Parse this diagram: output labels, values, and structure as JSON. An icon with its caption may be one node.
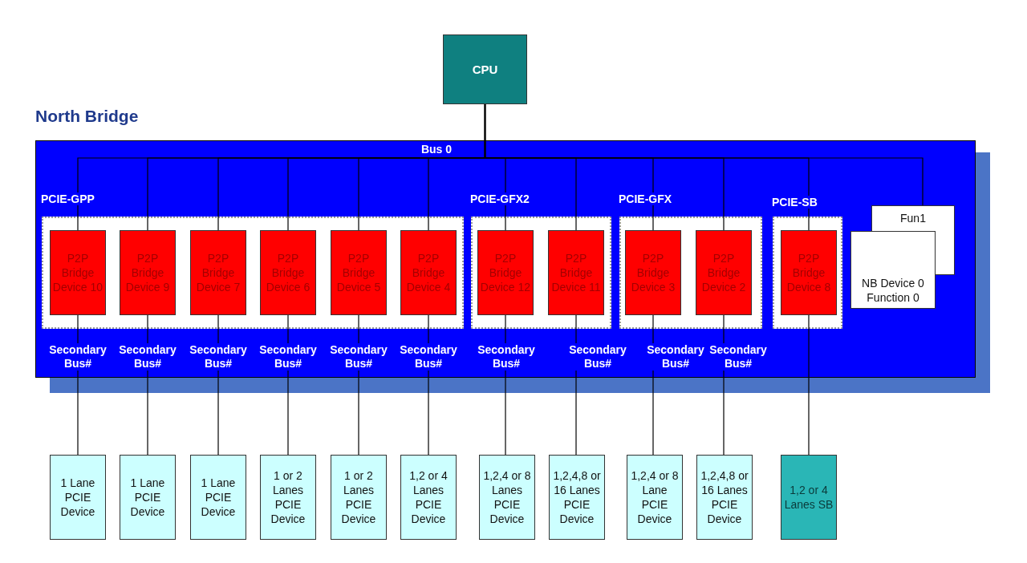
{
  "diagram": {
    "nodes": [
      {
        "text": [
          "CPU"
        ]
      },
      {
        "text": [
          "North Bridge"
        ]
      },
      {
        "text": [
          "PCIE-GPP"
        ],
        "in": 1
      },
      {
        "text": [
          "P2P Bridge Device 10"
        ],
        "in": 2
      },
      {
        "text": [
          "P2P Bridge Device 9"
        ],
        "in": 2
      },
      {
        "text": [
          "P2P Bridge Device 7"
        ],
        "in": 2
      },
      {
        "text": [
          "P2P Bridge Device 6"
        ],
        "in": 2
      },
      {
        "text": [
          "P2P Bridge Device 5"
        ],
        "in": 2
      },
      {
        "text": [
          "P2P Bridge Device 4"
        ],
        "in": 2
      },
      {
        "text": [
          "PCIE-GFX2"
        ],
        "in": 1
      },
      {
        "text": [
          "P2P Bridge Device 12"
        ],
        "in": 9
      },
      {
        "text": [
          "P2P Bridge Device 11"
        ],
        "in": 9
      },
      {
        "text": [
          "PCIE-GFX"
        ],
        "in": 1
      },
      {
        "text": [
          "P2P Bridge Device 3"
        ],
        "in": 12
      },
      {
        "text": [
          "P2P Bridge Device 2"
        ],
        "in": 12
      },
      {
        "text": [
          "PCIE-SB"
        ],
        "in": 1
      },
      {
        "text": [
          "P2P Bridge Device 8"
        ],
        "in": 15
      },
      {
        "text": [
          "Fun1"
        ],
        "in": 1
      },
      {
        "text": [
          "NB Device 0 Function 0"
        ],
        "in": 1
      },
      {
        "text": [
          "1 Lane PCIE Device"
        ]
      },
      {
        "text": [
          "1 Lane PCIE Device"
        ]
      },
      {
        "text": [
          "1 Lane PCIE Device"
        ]
      },
      {
        "text": [
          "1 or 2 Lanes PCIE Device"
        ]
      },
      {
        "text": [
          "1 or 2 Lanes PCIE Device"
        ]
      },
      {
        "text": [
          "1,2 or 4 Lanes PCIE Device"
        ]
      },
      {
        "text": [
          "1,2,4 or 8 Lanes PCIE Device"
        ]
      },
      {
        "text": [
          "1,2,4,8 or 16 Lanes PCIE Device"
        ]
      },
      {
        "text": [
          "1,2,4 or 8 Lane PCIE Device"
        ]
      },
      {
        "text": [
          "1,2,4,8 or 16 Lanes PCIE Device"
        ]
      },
      {
        "text": [
          "1,2 or 4 Lanes SB"
        ]
      }
    ],
    "edges": [
      {
        "from": 0,
        "to": 3,
        "arrow": "none"
      },
      {
        "from": 0,
        "to": 4,
        "arrow": "none"
      },
      {
        "from": 0,
        "to": 5,
        "arrow": "none"
      },
      {
        "from": 0,
        "to": 6,
        "arrow": "none"
      },
      {
        "from": 0,
        "to": 7,
        "arrow": "none"
      },
      {
        "from": 0,
        "to": 8,
        "arrow": "none"
      },
      {
        "from": 0,
        "to": 10,
        "arrow": "none"
      },
      {
        "from": 0,
        "to": 11,
        "arrow": "none"
      },
      {
        "from": 0,
        "to": 13,
        "arrow": "none"
      },
      {
        "from": 0,
        "to": 14,
        "arrow": "none"
      },
      {
        "from": 0,
        "to": 16,
        "arrow": "none"
      },
      {
        "from": 0,
        "to": 17,
        "arrow": "none"
      },
      {
        "from": 3,
        "to": 19,
        "arrow": "none"
      },
      {
        "from": 4,
        "to": 20,
        "arrow": "none"
      },
      {
        "from": 5,
        "to": 21,
        "arrow": "none"
      },
      {
        "from": 6,
        "to": 22,
        "arrow": "none"
      },
      {
        "from": 7,
        "to": 23,
        "arrow": "none"
      },
      {
        "from": 8,
        "to": 24,
        "arrow": "none"
      },
      {
        "from": 10,
        "to": 25,
        "arrow": "none"
      },
      {
        "from": 11,
        "to": 26,
        "arrow": "none"
      },
      {
        "from": 13,
        "to": 27,
        "arrow": "none"
      },
      {
        "from": 14,
        "to": 28,
        "arrow": "none"
      },
      {
        "from": 16,
        "to": 29,
        "arrow": "none"
      }
    ],
    "labels": [
      "Bus 0",
      "Secondary Bus#",
      "Secondary Bus#",
      "Secondary Bus#",
      "Secondary Bus#",
      "Secondary Bus#",
      "Secondary Bus#",
      "Secondary Bus#",
      "Secondary Bus#",
      "Secondary Bus#",
      "Secondary Bus#"
    ]
  }
}
